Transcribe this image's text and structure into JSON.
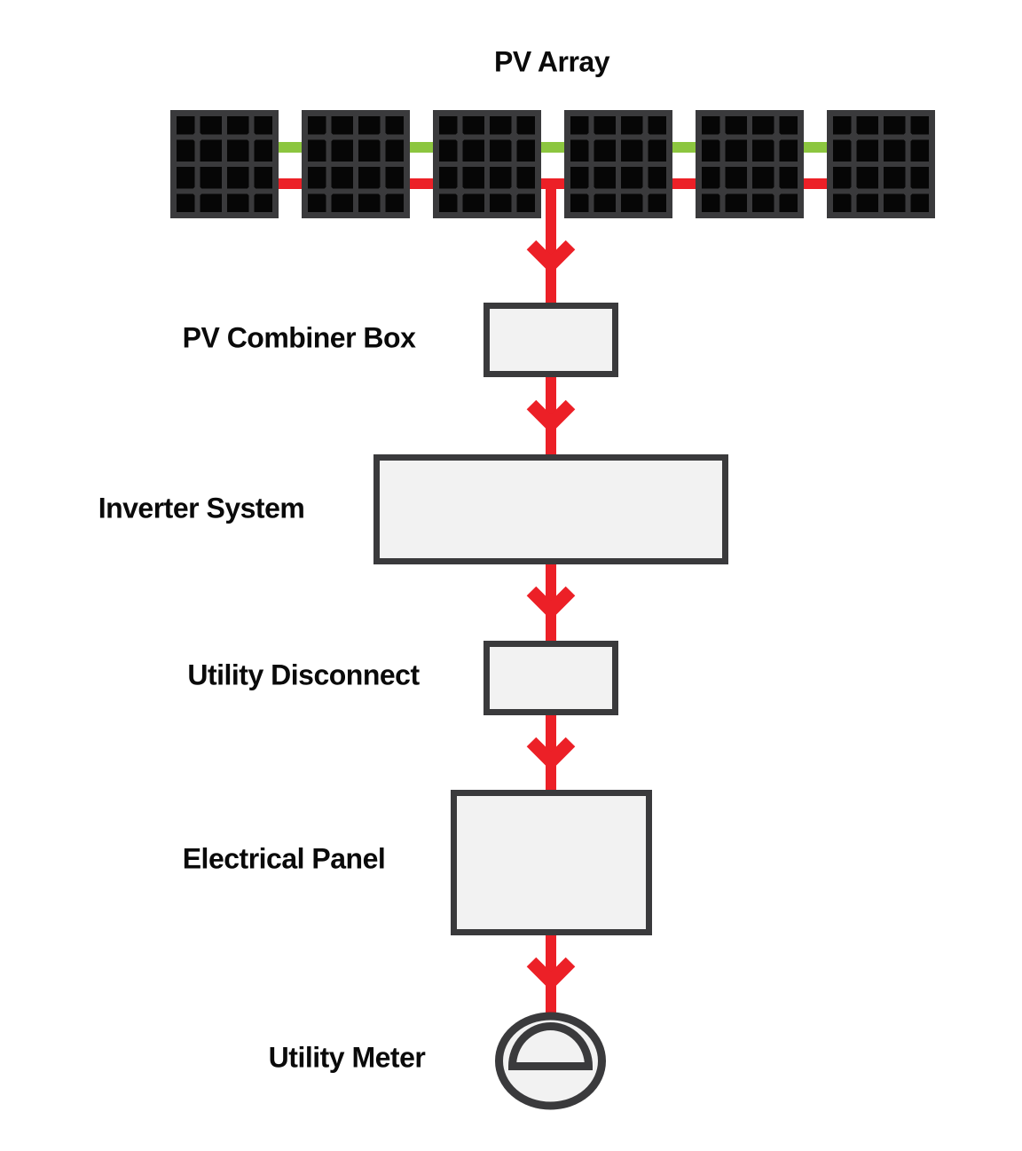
{
  "diagram": {
    "title": "PV Array",
    "flow_order": [
      "PV Array",
      "PV Combiner Box",
      "Inverter System",
      "Utility Disconnect",
      "Electrical Panel",
      "Utility Meter"
    ],
    "nodes": [
      {
        "id": "pv-combiner-box",
        "label": "PV Combiner Box",
        "shape": "small-rectangle"
      },
      {
        "id": "inverter-system",
        "label": "Inverter System",
        "shape": "wide-rectangle"
      },
      {
        "id": "utility-disconnect",
        "label": "Utility Disconnect",
        "shape": "small-rectangle"
      },
      {
        "id": "electrical-panel",
        "label": "Electrical Panel",
        "shape": "large-rectangle"
      },
      {
        "id": "utility-meter",
        "label": "Utility Meter",
        "shape": "circle-with-dome"
      }
    ],
    "pv_array": {
      "panel_count": 6,
      "cells_per_panel_cols": 4,
      "cells_per_panel_rows": 4,
      "wires": [
        {
          "name": "string-wire-green",
          "color": "#8CC63F"
        },
        {
          "name": "string-wire-red",
          "color": "#EC2027"
        }
      ]
    },
    "connectors": {
      "count_arrows": 5,
      "direction": "down",
      "color": "#EC2027"
    },
    "colors": {
      "wire_green": "#8CC63F",
      "wire_red": "#EC2027",
      "outline_dark": "#3A3A3C",
      "box_fill": "#F2F2F2",
      "panel_cell_black": "#060606",
      "label_text": "#0A0A0A",
      "background": "#FFFFFF"
    }
  }
}
